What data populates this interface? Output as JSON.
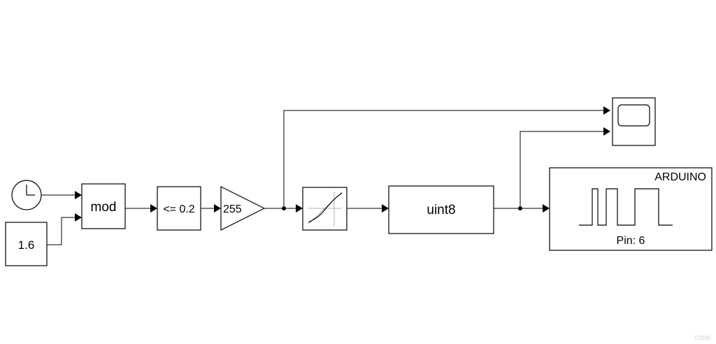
{
  "blocks": {
    "clock": {
      "icon": "clock-icon"
    },
    "constant": {
      "label": "1.6"
    },
    "mod": {
      "label": "mod"
    },
    "compare": {
      "label": "<= 0.2"
    },
    "gain": {
      "label": "255"
    },
    "saturation": {
      "icon": "saturation-curve-icon"
    },
    "convert": {
      "label": "uint8"
    },
    "scope": {
      "icon": "scope-screen-icon"
    },
    "arduino": {
      "title": "ARDUINO",
      "pin_label": "Pin: 6",
      "icon": "pwm-wave-icon",
      "title_color": "#0000cc"
    }
  },
  "watermark": "CSDN"
}
